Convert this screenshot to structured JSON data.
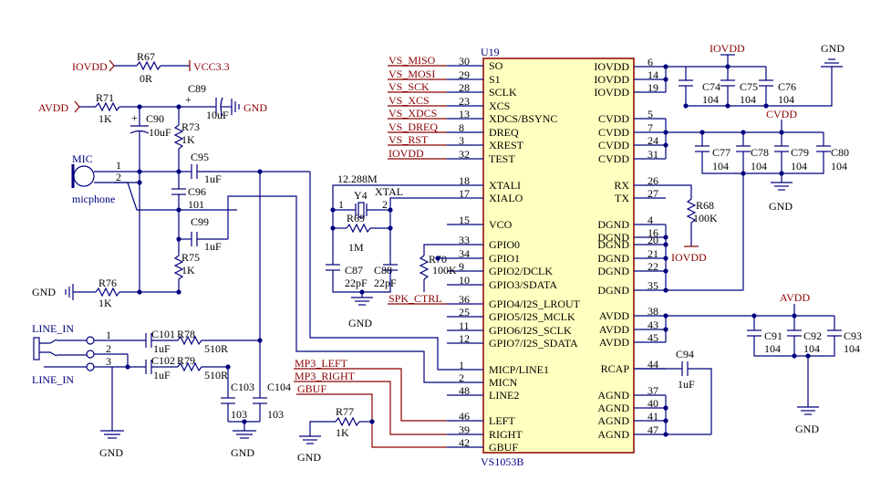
{
  "chip": {
    "ref": "U19",
    "part": "VS1053B",
    "left_pins": [
      {
        "num": "30",
        "name": "SO"
      },
      {
        "num": "29",
        "name": "S1"
      },
      {
        "num": "28",
        "name": "SCLK"
      },
      {
        "num": "23",
        "name": "XCS"
      },
      {
        "num": "13",
        "name": "XDCS/BSYNC"
      },
      {
        "num": "8",
        "name": "DREQ"
      },
      {
        "num": "3",
        "name": "XREST"
      },
      {
        "num": "32",
        "name": "TEST"
      },
      {
        "num": "18",
        "name": "XTALI"
      },
      {
        "num": "17",
        "name": "XIALO"
      },
      {
        "num": "15",
        "name": "VCO"
      },
      {
        "num": "33",
        "name": "GPIO0"
      },
      {
        "num": "34",
        "name": "GPIO1"
      },
      {
        "num": "9",
        "name": "GPIO2/DCLK"
      },
      {
        "num": "10",
        "name": "GPIO3/SDATA"
      },
      {
        "num": "36",
        "name": "GPIO4/I2S_LROUT"
      },
      {
        "num": "25",
        "name": "GPIO5/I2S_MCLK"
      },
      {
        "num": "11",
        "name": "GPIO6/I2S_SCLK"
      },
      {
        "num": "12",
        "name": "GPIO7/I2S_SDATA"
      },
      {
        "num": "1",
        "name": "MICP/LINE1"
      },
      {
        "num": "2",
        "name": "MICN"
      },
      {
        "num": "48",
        "name": "LINE2"
      },
      {
        "num": "46",
        "name": "LEFT"
      },
      {
        "num": "39",
        "name": "RIGHT"
      },
      {
        "num": "42",
        "name": "GBUF"
      }
    ],
    "right_pins": [
      {
        "num": "6",
        "name": "IOVDD"
      },
      {
        "num": "14",
        "name": "IOVDD"
      },
      {
        "num": "19",
        "name": "IOVDD"
      },
      {
        "num": "5",
        "name": "CVDD"
      },
      {
        "num": "7",
        "name": "CVDD"
      },
      {
        "num": "24",
        "name": "CVDD"
      },
      {
        "num": "31",
        "name": "CVDD"
      },
      {
        "num": "26",
        "name": "RX"
      },
      {
        "num": "27",
        "name": "TX"
      },
      {
        "num": "4",
        "name": "DGND"
      },
      {
        "num": "16",
        "name": "DGND"
      },
      {
        "num": "20",
        "name": "DGND"
      },
      {
        "num": "21",
        "name": "DGND"
      },
      {
        "num": "22",
        "name": "DGND"
      },
      {
        "num": "35",
        "name": "DGND"
      },
      {
        "num": "38",
        "name": "AVDD"
      },
      {
        "num": "43",
        "name": "AVDD"
      },
      {
        "num": "45",
        "name": "AVDD"
      },
      {
        "num": "44",
        "name": "RCAP"
      },
      {
        "num": "37",
        "name": "AGND"
      },
      {
        "num": "40",
        "name": "AGND"
      },
      {
        "num": "41",
        "name": "AGND"
      },
      {
        "num": "47",
        "name": "AGND"
      }
    ]
  },
  "nets": {
    "vs_miso": "VS_MISO",
    "vs_mosi": "VS_MOSI",
    "vs_sck": "VS_SCK",
    "vs_xcs": "VS_XCS",
    "vs_xdcs": "VS_XDCS",
    "vs_dreq": "VS_DREQ",
    "vs_rst": "VS_RST",
    "iovdd": "IOVDD",
    "avdd": "AVDD",
    "cvdd": "CVDD",
    "vcc33": "VCC3.3",
    "gnd": "GND",
    "xtal": "XTAL",
    "spk_ctrl": "SPK_CTRL",
    "mp3_left": "MP3_LEFT",
    "mp3_right": "MP3_RIGHT",
    "gbuf": "GBUF",
    "line_in": "LINE_IN",
    "mic": "MIC"
  },
  "components": {
    "r67": "R67",
    "r67_val": "0R",
    "r71": "R71",
    "r71_val": "1K",
    "c89": "C89",
    "c89_val": "10uF",
    "c90": "C90",
    "c90_val": "10uF",
    "r73": "R73",
    "r73_val": "1K",
    "c95": "C95",
    "c95_val": "1uF",
    "c96": "C96",
    "c96_val": "101",
    "c99": "C99",
    "c99_val": "1uF",
    "r75": "R75",
    "r75_val": "1K",
    "r76": "R76",
    "r76_val": "1K",
    "mic_part": "micphone",
    "c101": "C101",
    "c101_val": "1uF",
    "c102": "C102",
    "c102_val": "1uF",
    "r78": "R78",
    "r78_val": "510R",
    "r79": "R79",
    "r79_val": "510R",
    "c103": "C103",
    "c103_val": "103",
    "c104": "C104",
    "c104_val": "103",
    "r77": "R77",
    "r77_val": "1K",
    "xtal_freq": "12.288M",
    "y4": "Y4",
    "r69": "R69",
    "r69_val": "1M",
    "c87": "C87",
    "c87_val": "22pF",
    "c88": "C88",
    "c88_val": "22pF",
    "r70": "R70",
    "r70_val": "100K",
    "r68": "R68",
    "r68_val": "100K",
    "c74": "C74",
    "c75": "C75",
    "c76": "C76",
    "c77": "C77",
    "c78": "C78",
    "c79": "C79",
    "c80": "C80",
    "c91": "C91",
    "c92": "C92",
    "c93": "C93",
    "c94": "C94",
    "c94_val": "1uF",
    "val104": "104"
  }
}
